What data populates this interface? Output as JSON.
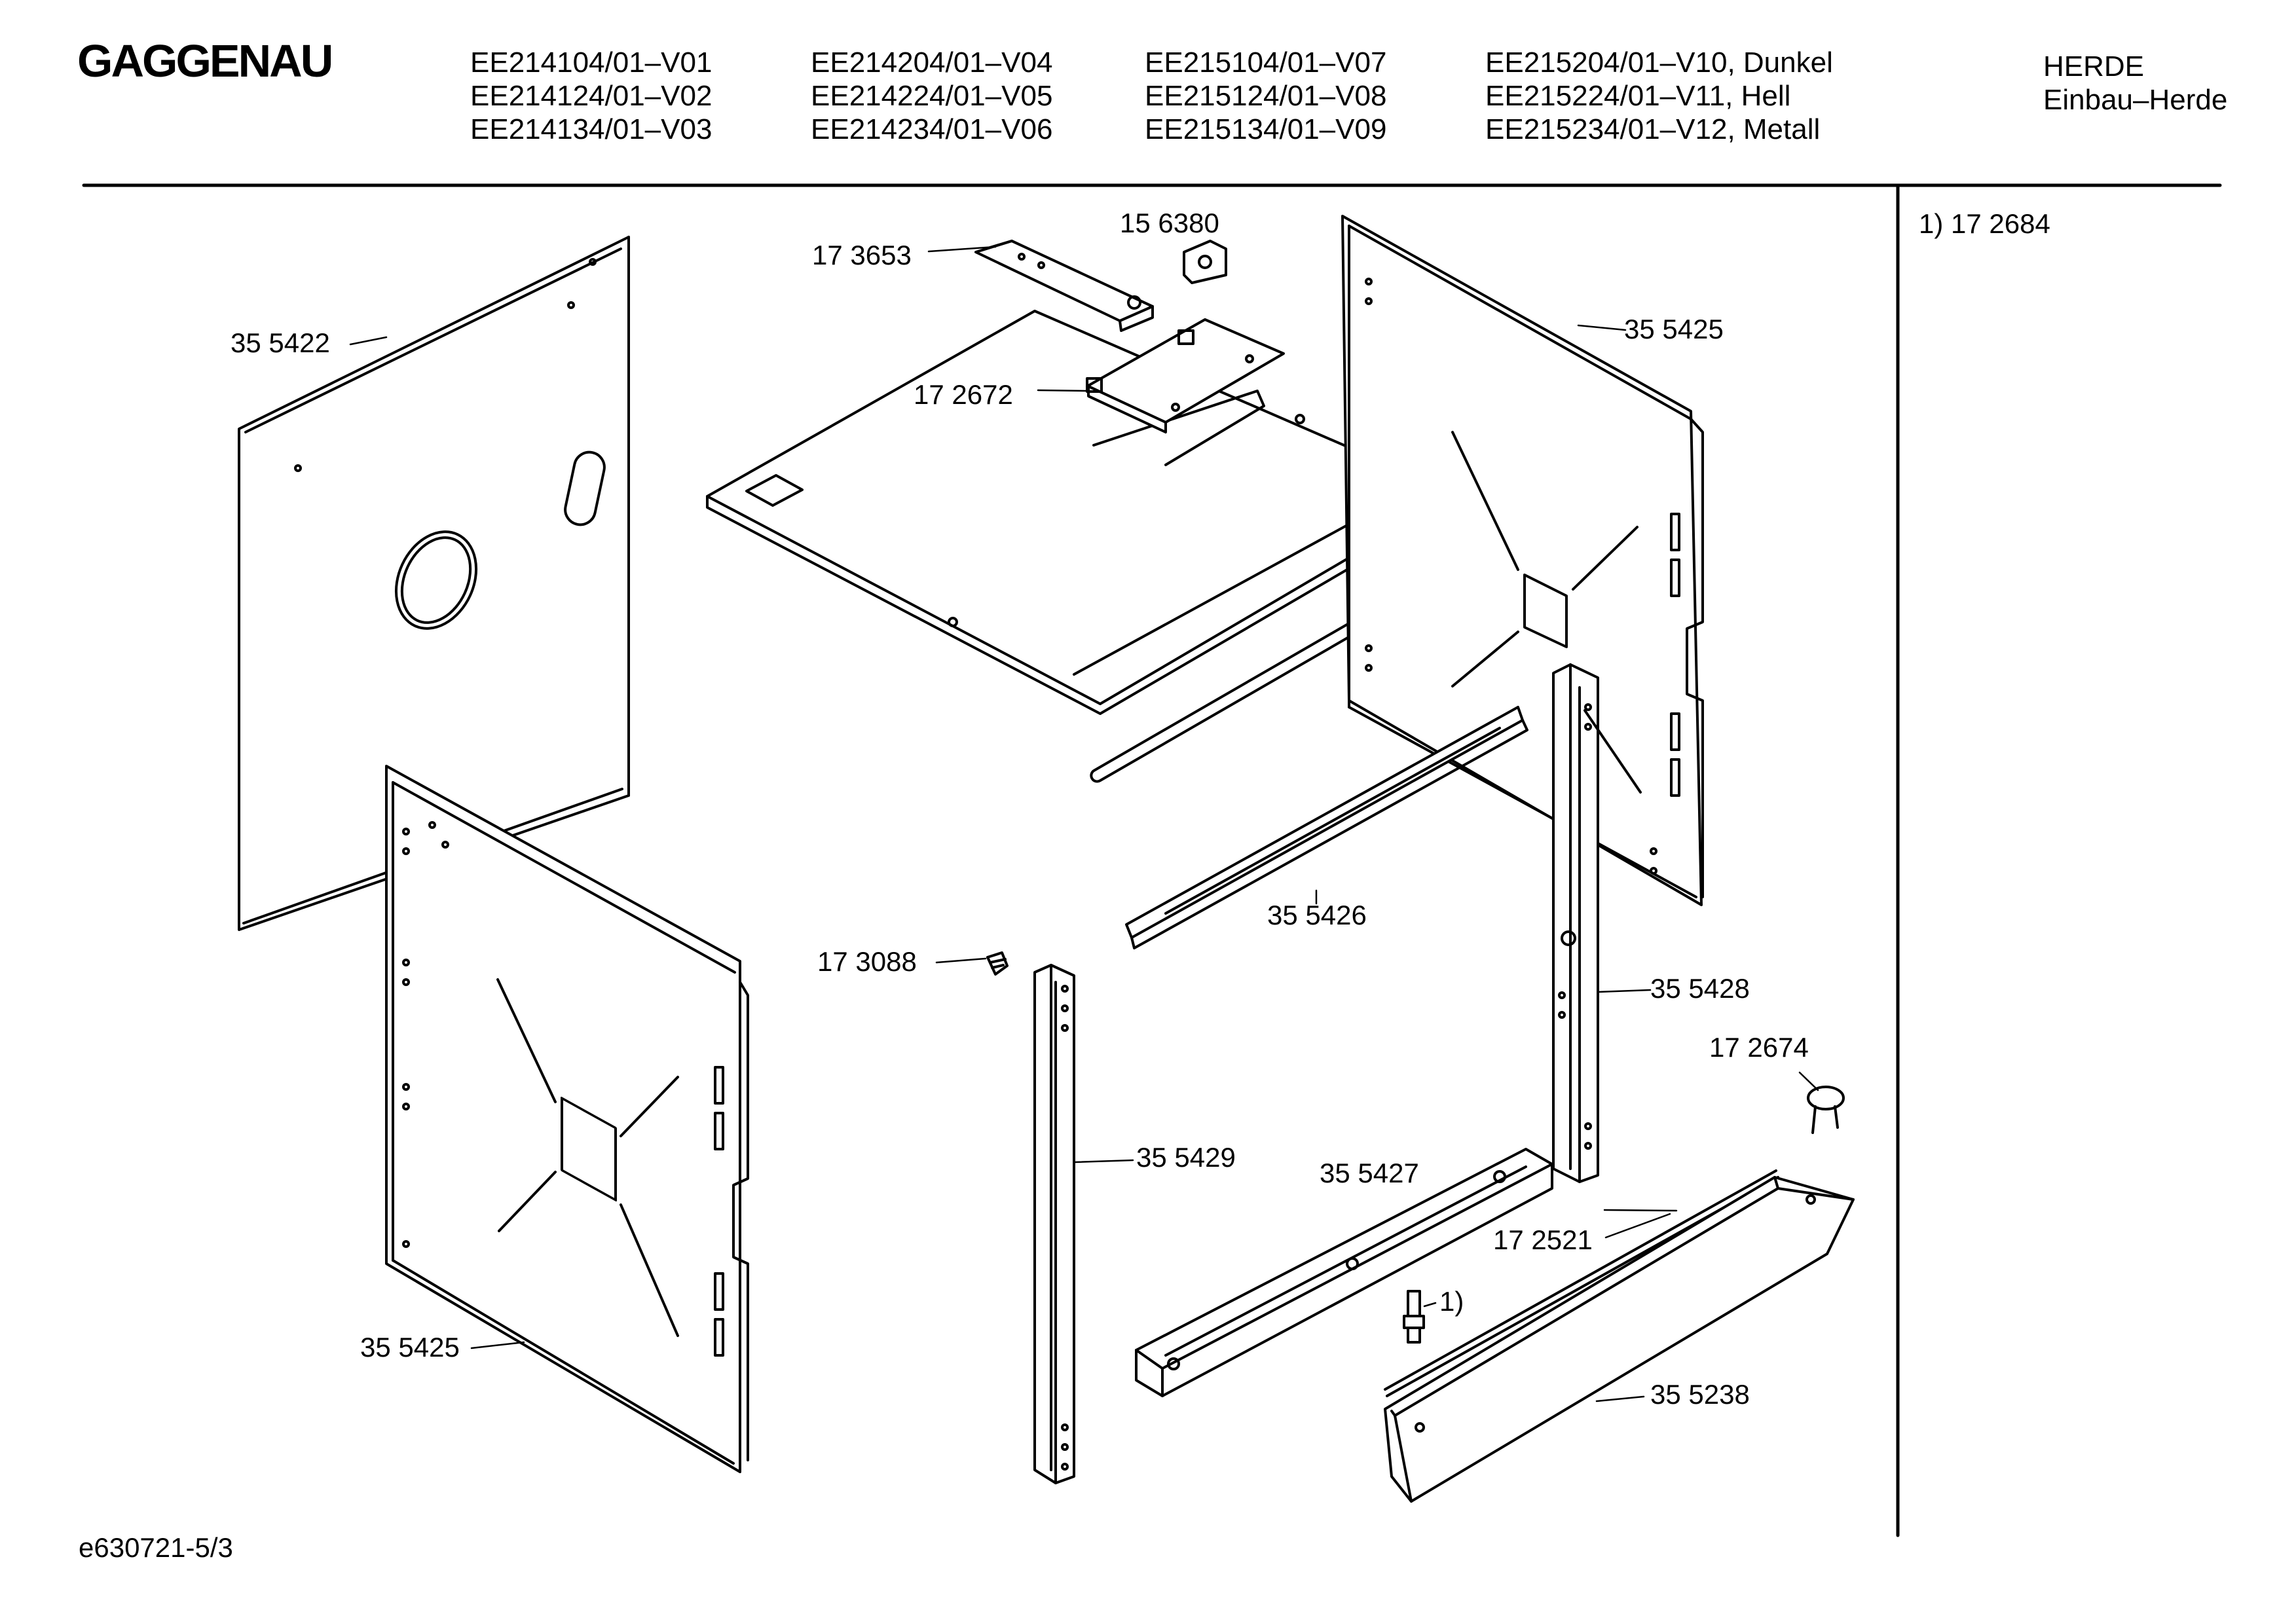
{
  "header": {
    "brand": "GAGGENAU",
    "model_columns": [
      [
        "EE214104/01–V01",
        "EE214124/01–V02",
        "EE214134/01–V03"
      ],
      [
        "EE214204/01–V04",
        "EE214224/01–V05",
        "EE214234/01–V06"
      ],
      [
        "EE215104/01–V07",
        "EE215124/01–V08",
        "EE215134/01–V09"
      ],
      [
        "EE215204/01–V10, Dunkel",
        "EE215224/01–V11, Hell",
        "EE215234/01–V12, Metall"
      ]
    ],
    "category": "HERDE",
    "subcategory": "Einbau–Herde"
  },
  "footnote": "1) 17 2684",
  "drawing_number": "e630721-5/3",
  "part_labels": {
    "left_rear_panel": "35 5422",
    "top_bracket": "17 3653",
    "top_clip": "15 6380",
    "top_cover_plate": "17 2672",
    "right_side_panel": "35 5425",
    "rear_rail": "35 5426",
    "screw": "17 3088",
    "right_front_post": "35 5428",
    "foot": "17 2674",
    "left_front_post": "35 5429",
    "bottom_rail": "35 5427",
    "seal_strip": "17 2521",
    "footnote_marker": "1)",
    "left_side_panel": "35 5425",
    "kick_plate": "35 5238"
  }
}
